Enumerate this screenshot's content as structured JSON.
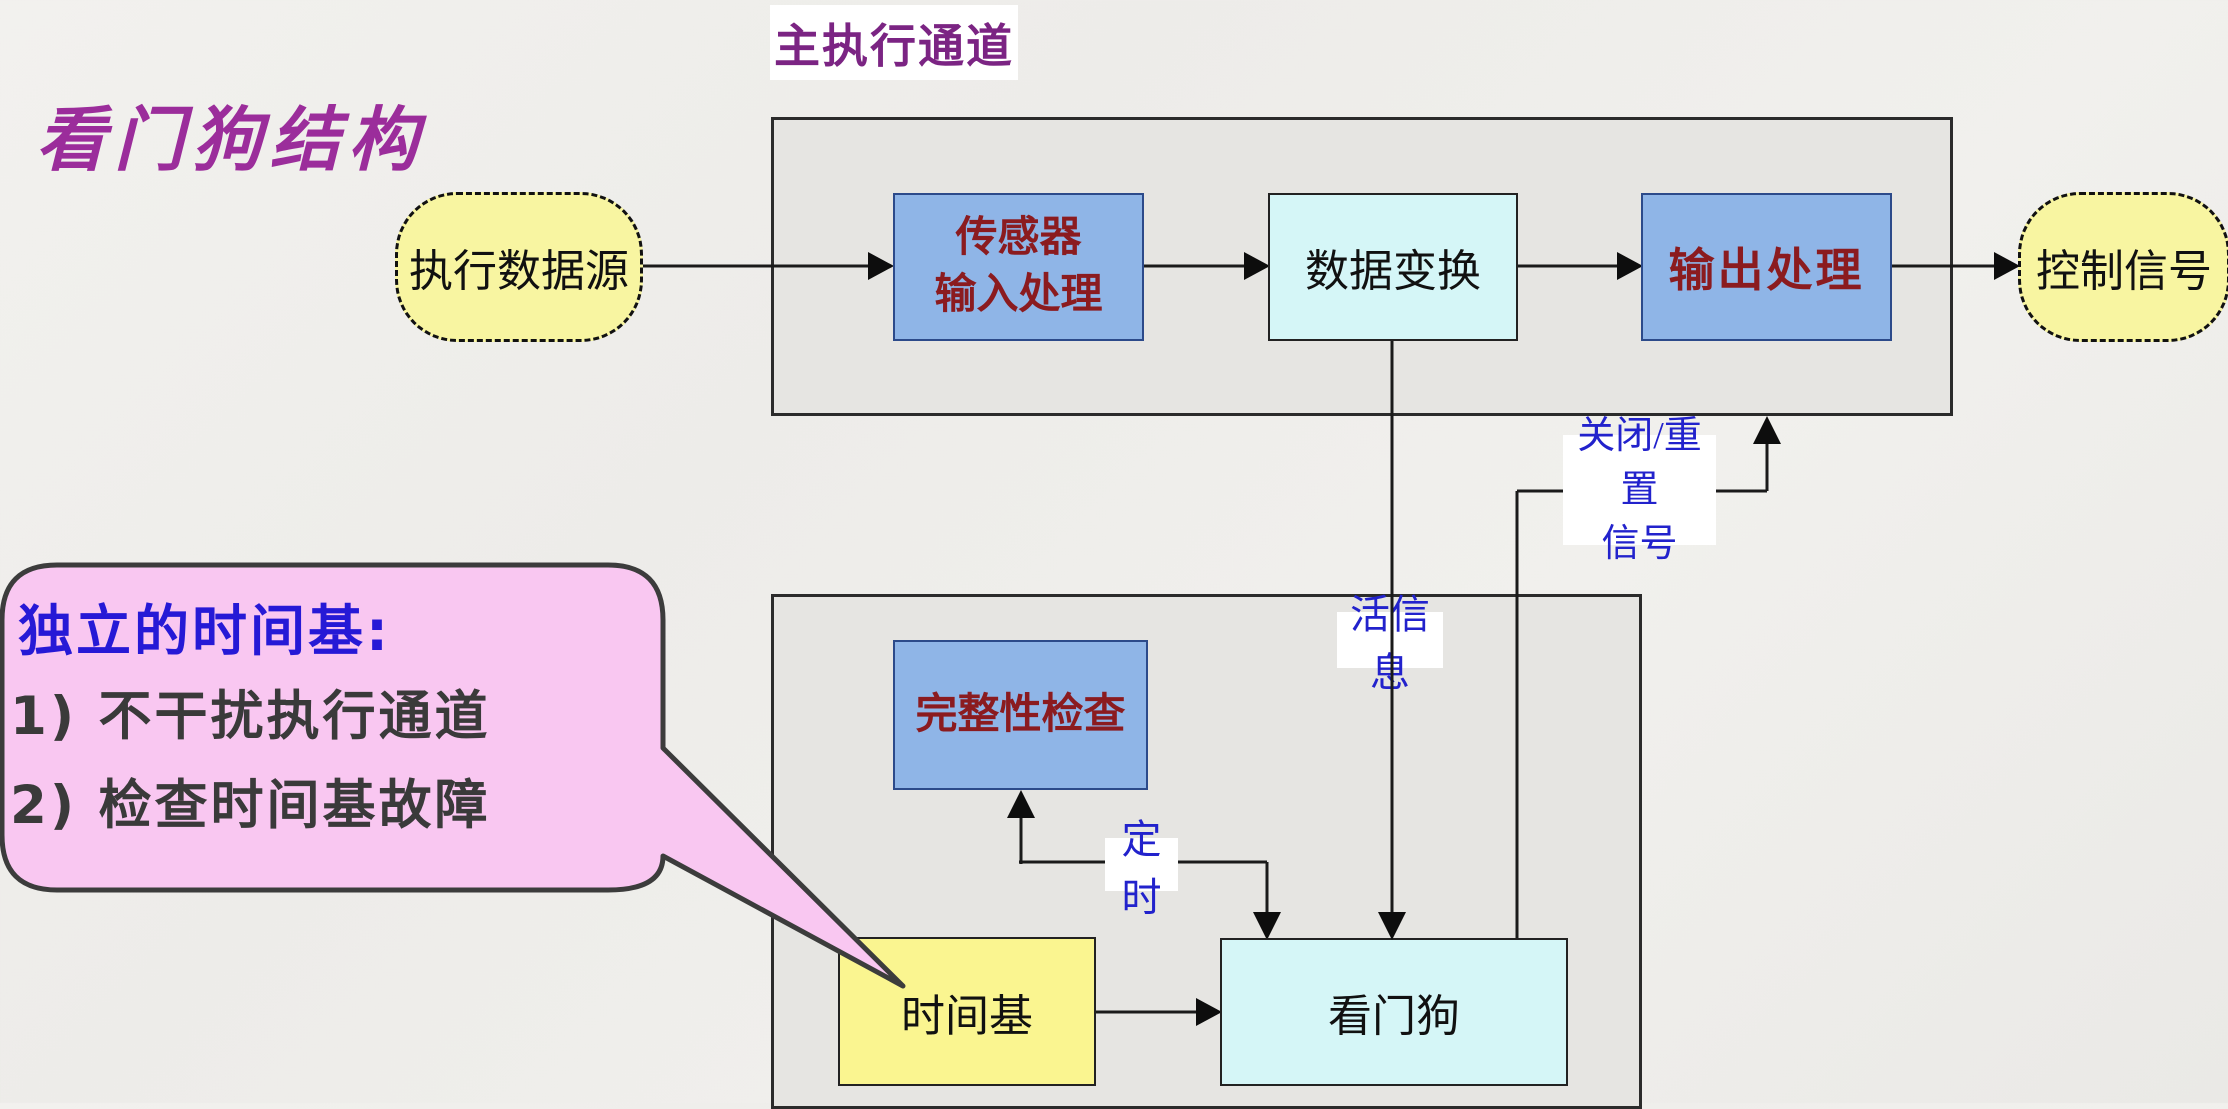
{
  "slide_title": "看门狗结构",
  "colors": {
    "background": "#EFEEEB",
    "panel_fill": "#E6E5E2",
    "blue_node_fill": "#8FB5E7",
    "cyan_node_fill": "#D5F6F7",
    "yellow_fill": "#F8F5A1",
    "dark_red_text": "#8B1B1F",
    "blue_label_text": "#2222CC",
    "purple_text": "#9B2D9B",
    "callout_fill": "#F9C7F1",
    "callout_border": "#3C3C3C"
  },
  "main_channel": {
    "label": "主执行通道",
    "nodes": {
      "data_source": {
        "label": "执行数据源"
      },
      "sensor_input": {
        "line1": "传感器",
        "line2": "输入处理"
      },
      "data_transform": {
        "label": "数据变换"
      },
      "output_processing": {
        "label": "输出处理"
      },
      "control_signal": {
        "label": "控制信号"
      }
    }
  },
  "watchdog_section": {
    "nodes": {
      "integrity_check": {
        "label": "完整性检查"
      },
      "time_base": {
        "label": "时间基"
      },
      "watchdog": {
        "label": "看门狗"
      }
    },
    "edge_labels": {
      "timing": "定时",
      "alive_message": "活信息",
      "shutdown_reset_line1": "关闭/重置",
      "shutdown_reset_line2": "信号"
    }
  },
  "callout": {
    "heading": "独立的时间基:",
    "items": [
      "1) 不干扰执行通道",
      "2) 检查时间基故障"
    ]
  }
}
